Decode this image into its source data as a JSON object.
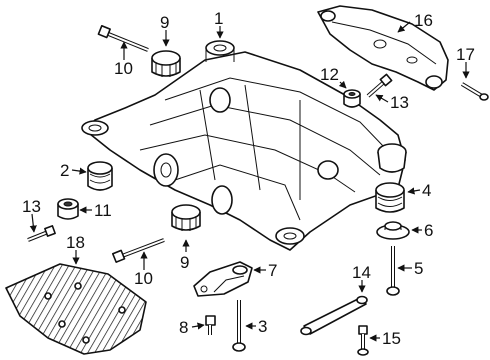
{
  "diagram": {
    "callouts": [
      {
        "id": "c1",
        "label": "1"
      },
      {
        "id": "c2",
        "label": "2"
      },
      {
        "id": "c3",
        "label": "3"
      },
      {
        "id": "c4",
        "label": "4"
      },
      {
        "id": "c5",
        "label": "5"
      },
      {
        "id": "c6",
        "label": "6"
      },
      {
        "id": "c7",
        "label": "7"
      },
      {
        "id": "c8",
        "label": "8"
      },
      {
        "id": "c9a",
        "label": "9"
      },
      {
        "id": "c9b",
        "label": "9"
      },
      {
        "id": "c10a",
        "label": "10"
      },
      {
        "id": "c10b",
        "label": "10"
      },
      {
        "id": "c11",
        "label": "11"
      },
      {
        "id": "c12",
        "label": "12"
      },
      {
        "id": "c13a",
        "label": "13"
      },
      {
        "id": "c13b",
        "label": "13"
      },
      {
        "id": "c14",
        "label": "14"
      },
      {
        "id": "c15",
        "label": "15"
      },
      {
        "id": "c16",
        "label": "16"
      },
      {
        "id": "c17",
        "label": "17"
      },
      {
        "id": "c18",
        "label": "18"
      }
    ]
  }
}
